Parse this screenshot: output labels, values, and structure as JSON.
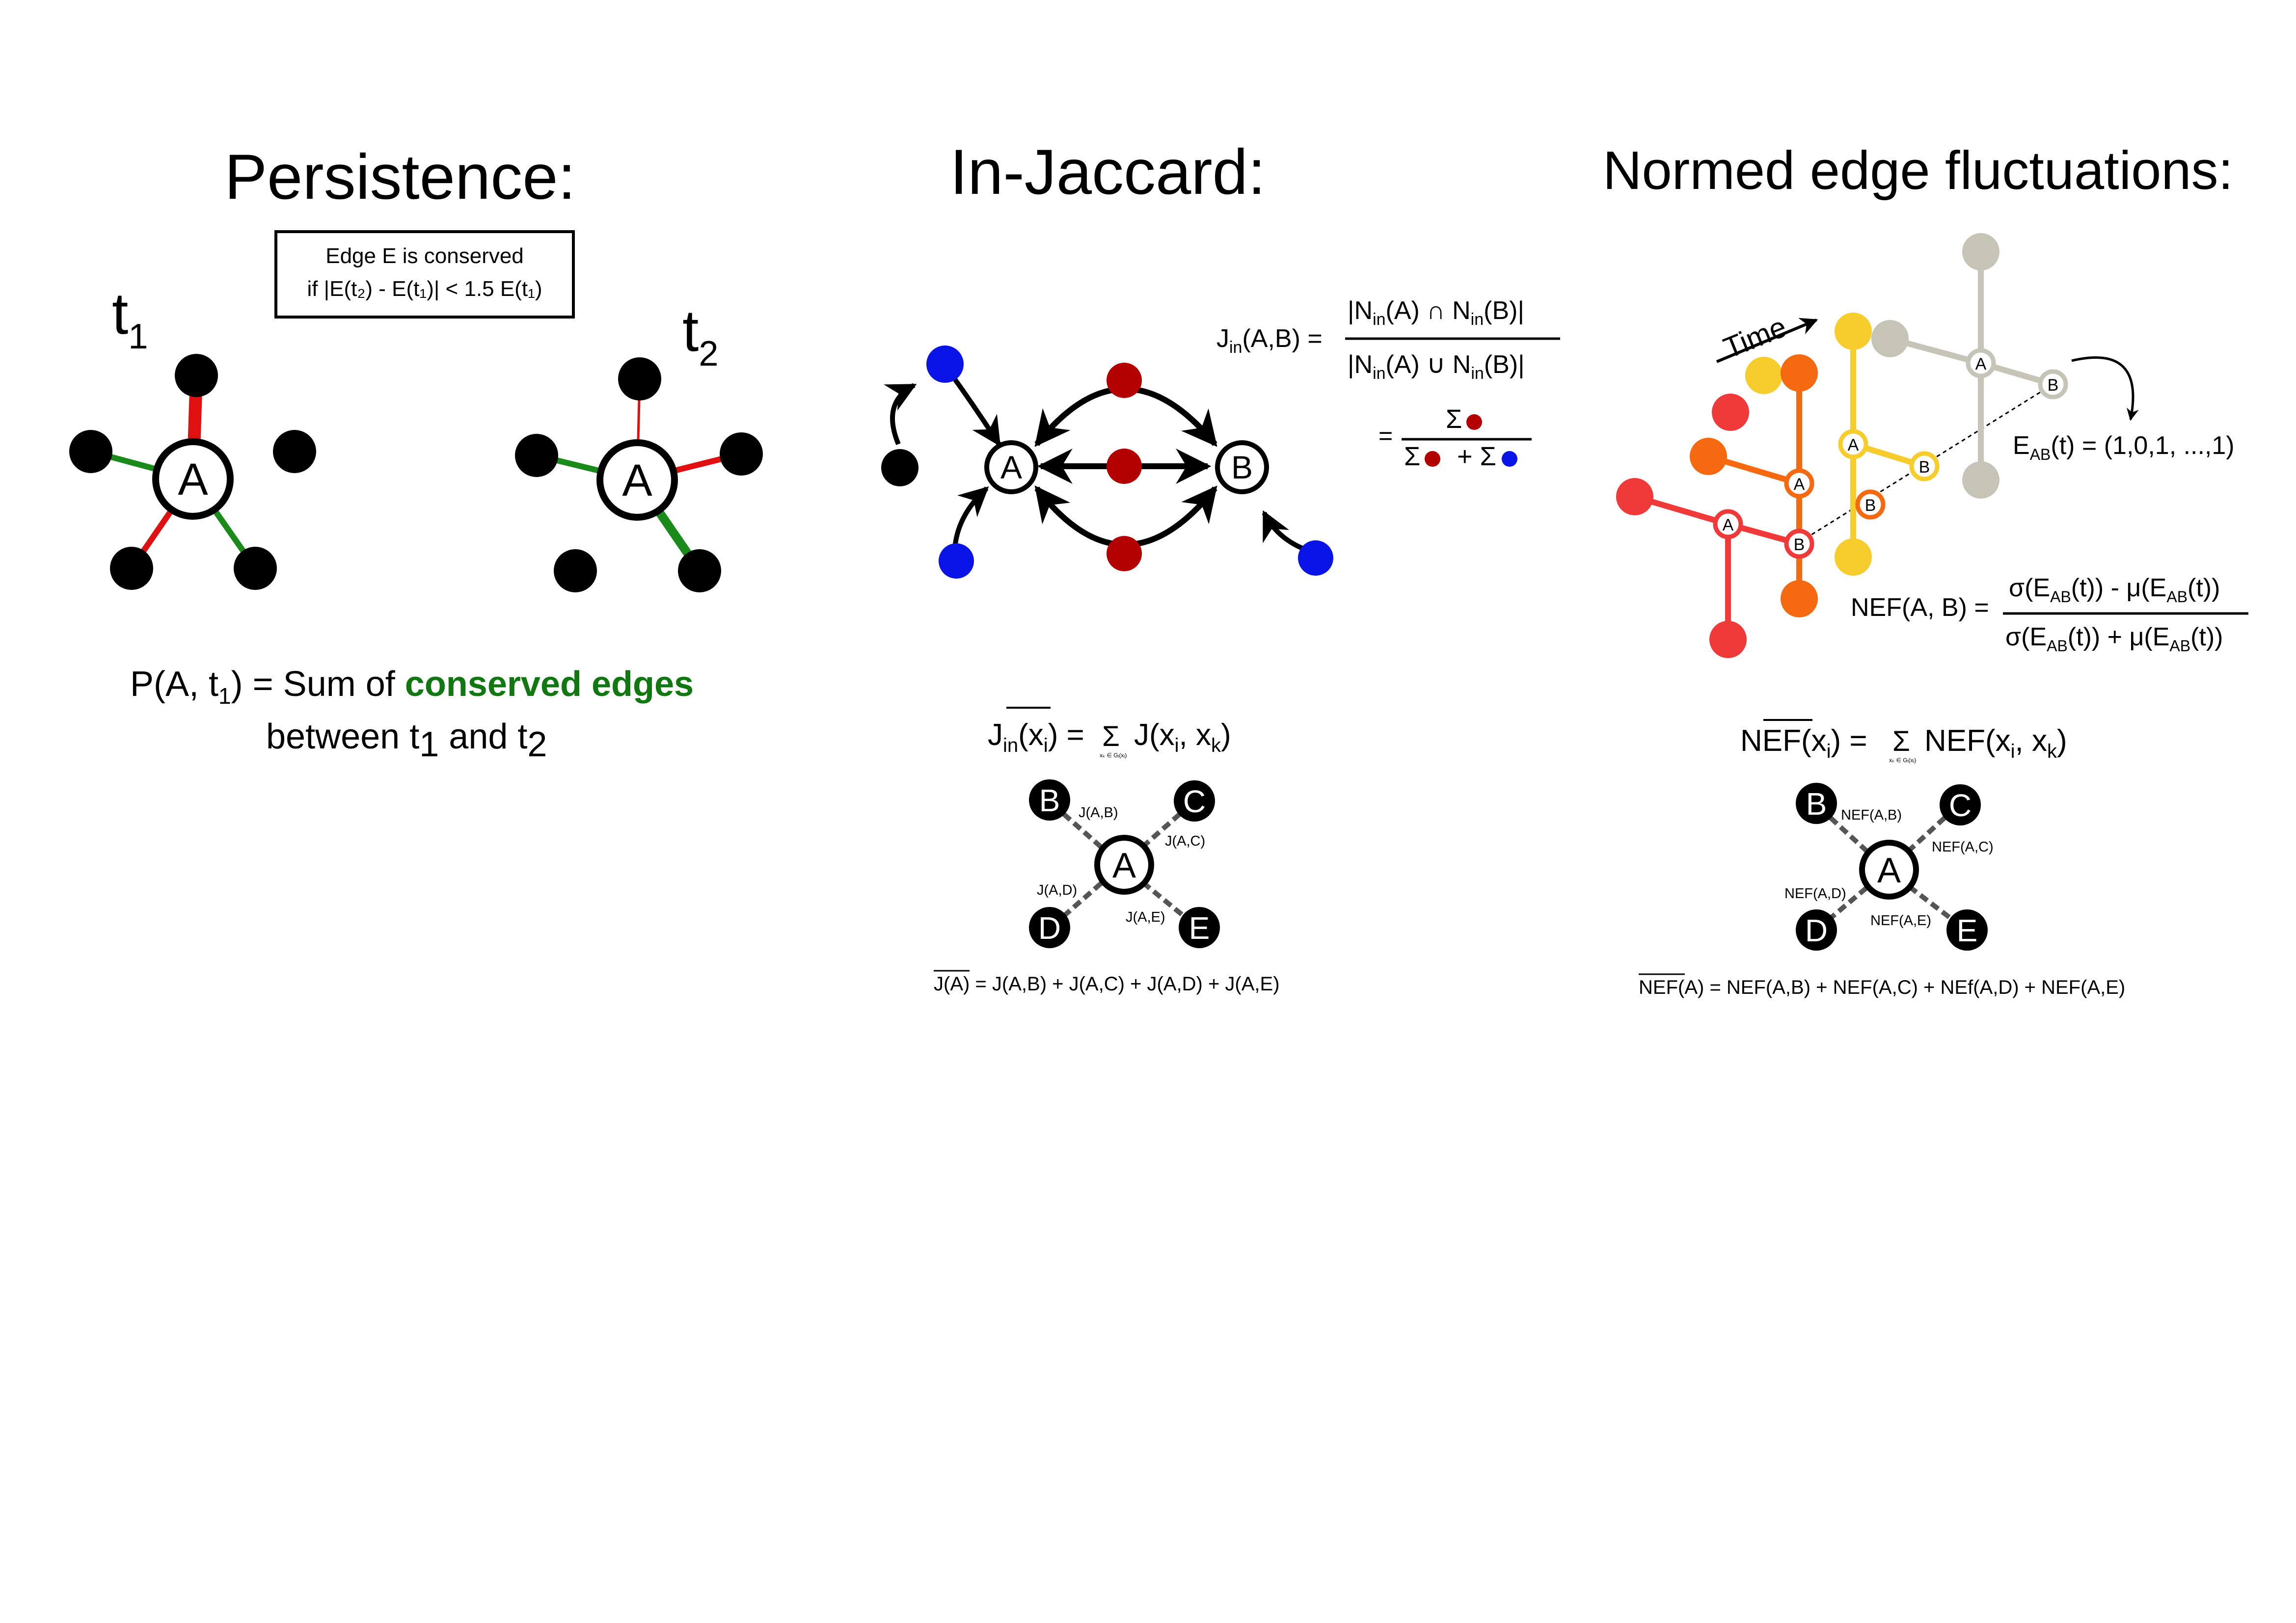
{
  "persistence": {
    "title": "Persistence:",
    "box_line1": "Edge E is conserved",
    "box_line2": "if |E(t₂) - E(t₁)| < 1.5 E(t₁)",
    "t1_label": "t",
    "t1_sub": "1",
    "t2_label": "t",
    "t2_sub": "2",
    "node_label": "A",
    "caption_prefix": "P(A, t",
    "caption_sub": "1",
    "caption_mid": ") = Sum of ",
    "caption_highlight": "conserved edges",
    "caption_line2_a": "between t",
    "caption_line2_sub1": "1",
    "caption_line2_b": " and t",
    "caption_line2_sub2": "2",
    "colors": {
      "conserved": "#1a8a1a",
      "changed": "#e01010",
      "highlight_text": "#117711"
    }
  },
  "jaccard": {
    "title": "In-Jaccard:",
    "node_a": "A",
    "node_b": "B",
    "formula_lhs": "J",
    "formula_lhs_sub": "in",
    "formula_lhs_args": "(A,B) =",
    "numerator": "|N",
    "numerator_sub1": "in",
    "numerator_mid": "(A) ∩ N",
    "numerator_sub2": "in",
    "numerator_end": "(B)|",
    "denominator": "|N",
    "denominator_sub1": "in",
    "denominator_mid": "(A) ∪ N",
    "denominator_sub2": "in",
    "denominator_end": "(B)|",
    "sum_eq": "=",
    "sigma": "Σ",
    "plus_sigma": "+ Σ",
    "mean_lhs": "J",
    "mean_lhs_sub": "in",
    "mean_lhs_args": "(x",
    "mean_lhs_sub_i": "i",
    "mean_lhs_close": ") =",
    "mean_sigma": "Σ",
    "mean_sigma_sub": "xₖ ∈ Gᵢ(xᵢ)",
    "mean_rhs": "J(x",
    "mean_rhs_sub_i": "i",
    "mean_rhs_mid": ", x",
    "mean_rhs_sub_k": "k",
    "mean_rhs_close": ")",
    "star_center": "A",
    "star_nodes": [
      "B",
      "C",
      "D",
      "E"
    ],
    "star_edges": [
      "J(A,B)",
      "J(A,C)",
      "J(A,D)",
      "J(A,E)"
    ],
    "sum_line_lhs": "J(A)",
    "sum_line_rhs": " = J(A,B) + J(A,C) + J(A,D) + J(A,E)",
    "colors": {
      "shared": "#b30000",
      "unique": "#0a14e6"
    }
  },
  "nef": {
    "title": "Normed edge fluctuations:",
    "time_label": "Time",
    "node_a": "A",
    "node_b": "B",
    "eab_label": "E",
    "eab_sub": "AB",
    "eab_value": "(t) = (1,0,1, ...,1)",
    "formula_lhs": "NEF(A, B) =",
    "num_a": "σ(E",
    "num_sub1": "AB",
    "num_b": "(t)) - μ(E",
    "num_sub2": "AB",
    "num_c": "(t))",
    "den_a": "σ(E",
    "den_sub1": "AB",
    "den_b": "(t)) + μ(E",
    "den_sub2": "AB",
    "den_c": "(t))",
    "mean_lhs": "NEF(x",
    "mean_lhs_sub_i": "i",
    "mean_lhs_close": ") =",
    "mean_sigma": "Σ",
    "mean_sigma_sub": "xₖ ∈ Gᵢ(xᵢ)",
    "mean_rhs": "NEF(x",
    "mean_rhs_sub_i": "i",
    "mean_rhs_mid": ", x",
    "mean_rhs_sub_k": "k",
    "mean_rhs_close": ")",
    "star_center": "A",
    "star_nodes": [
      "B",
      "C",
      "D",
      "E"
    ],
    "star_edges": [
      "NEF(A,B)",
      "NEF(A,C)",
      "NEF(A,D)",
      "NEF(A,E)"
    ],
    "sum_line_lhs": "NEF(A)",
    "sum_line_rhs": " = NEF(A,B) + NEF(A,C) + NEf(A,D) + NEF(A,E)",
    "colors": {
      "t1": "#f03a3a",
      "t2": "#f56a10",
      "t3": "#f7cd2e",
      "t4": "#c6c3b7"
    }
  }
}
